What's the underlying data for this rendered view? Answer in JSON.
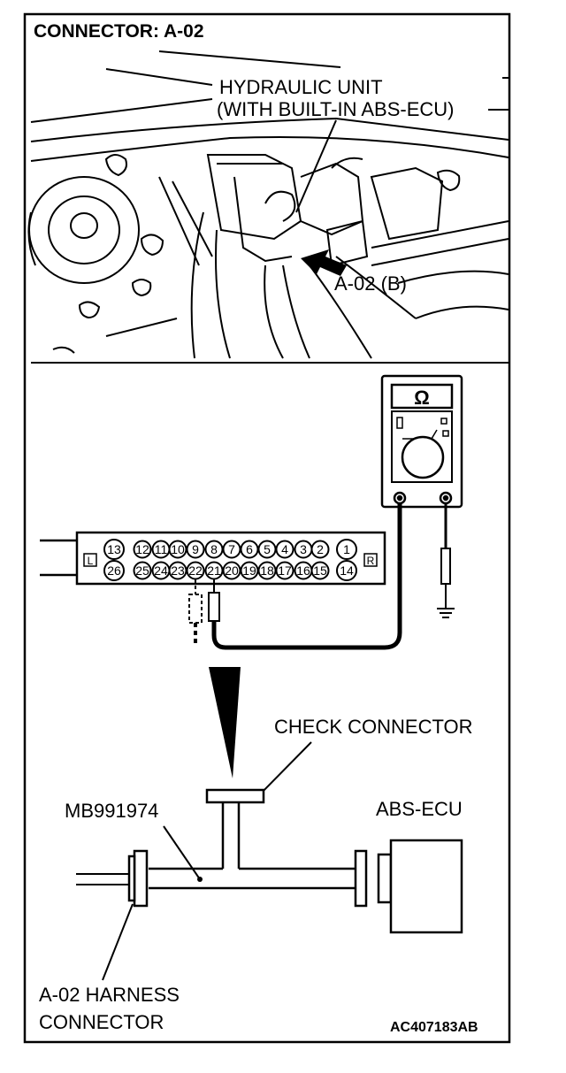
{
  "title": "CONNECTOR: A-02",
  "hydraulic_unit_line1": "HYDRAULIC UNIT",
  "hydraulic_unit_line2": "(WITH BUILT-IN ABS-ECU)",
  "connector_b_label": "A-02 (B)",
  "meter_symbol": "Ω",
  "check_connector": {
    "end_left": "L",
    "end_right": "R",
    "top_pins": [
      "13",
      "12",
      "11",
      "10",
      "9",
      "8",
      "7",
      "6",
      "5",
      "4",
      "3",
      "2",
      "1"
    ],
    "bottom_pins": [
      "26",
      "25",
      "24",
      "23",
      "22",
      "21",
      "20",
      "19",
      "18",
      "17",
      "16",
      "15",
      "14"
    ]
  },
  "check_connector_label": "CHECK CONNECTOR",
  "tool_label": "MB991974",
  "ecu_label": "ABS-ECU",
  "harness_label_line1": "A-02 HARNESS",
  "harness_label_line2": "CONNECTOR",
  "figure_code": "AC407183AB"
}
